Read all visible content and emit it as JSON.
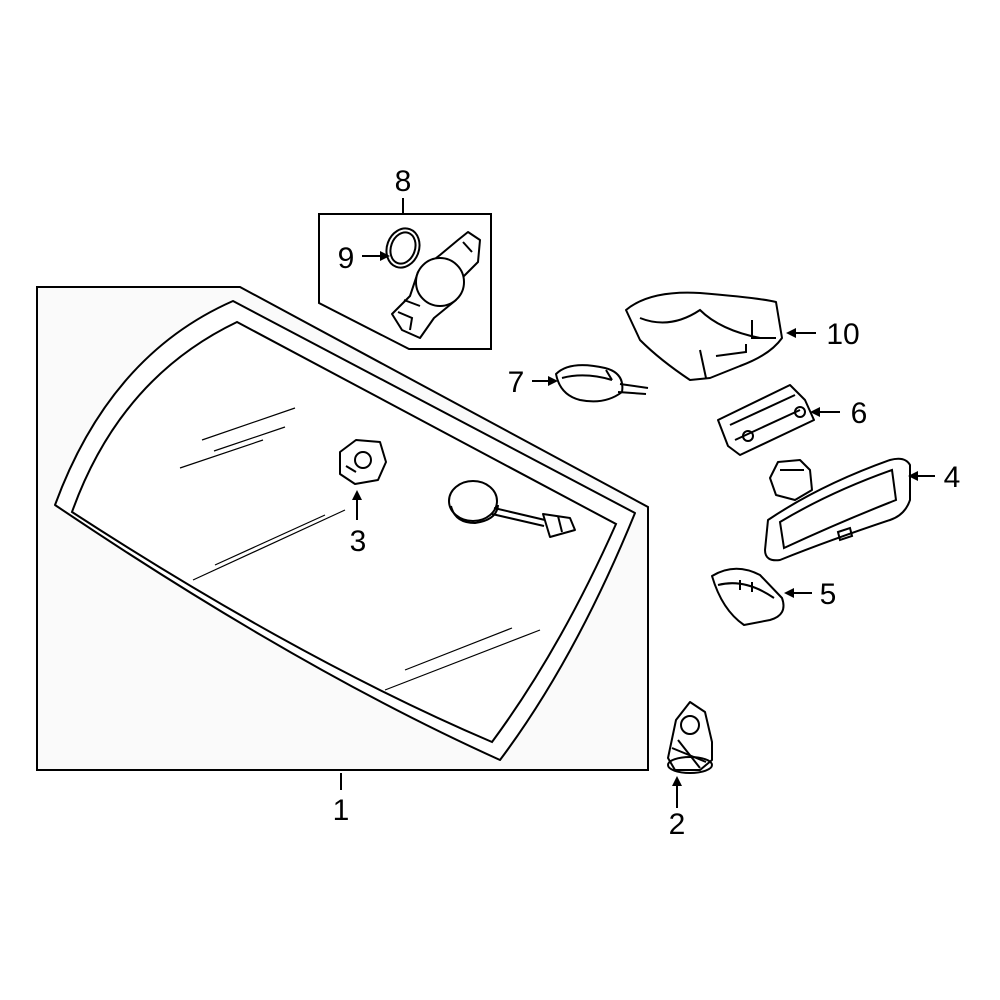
{
  "diagram": {
    "highlight_color": "#2b4fd8",
    "callouts": [
      {
        "id": "1",
        "label": "1"
      },
      {
        "id": "2",
        "label": "2"
      },
      {
        "id": "3",
        "label": "3"
      },
      {
        "id": "4",
        "label": "4"
      },
      {
        "id": "5",
        "label": "5"
      },
      {
        "id": "6",
        "label": "6"
      },
      {
        "id": "7",
        "label": "7"
      },
      {
        "id": "8",
        "label": "8"
      },
      {
        "id": "9",
        "label": "9"
      },
      {
        "id": "10",
        "label": "10"
      }
    ]
  }
}
